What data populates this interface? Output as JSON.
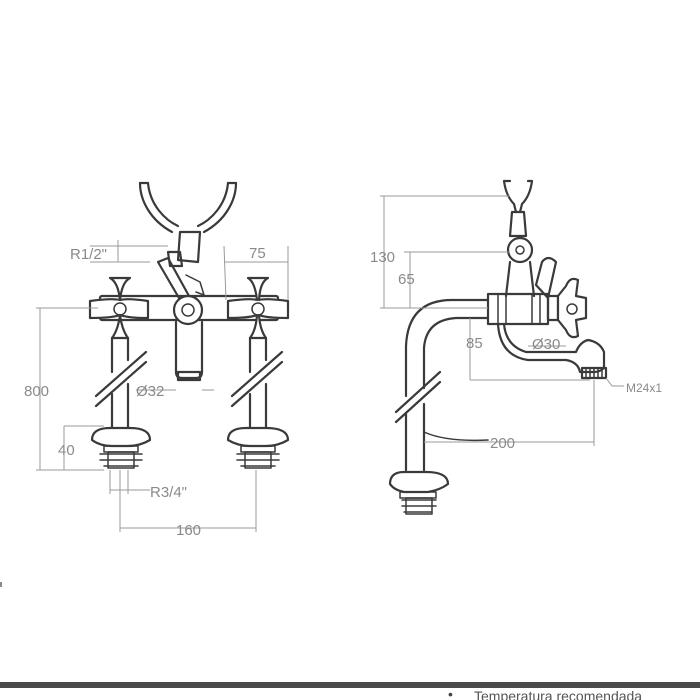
{
  "dimensions": {
    "front": {
      "r12": "R1/2\"",
      "d75": "75",
      "d800": "800",
      "d40": "40",
      "d32": "Ø32",
      "r34": "R3/4\"",
      "d160": "160"
    },
    "side": {
      "d130": "130",
      "d65": "65",
      "d85": "85",
      "d30": "Ø30",
      "m24": "M24x1",
      "d200": "200"
    }
  },
  "footer": {
    "bullet": "•",
    "text": "Temperatura recomendada"
  },
  "colors": {
    "line": "#3a3a3a",
    "dimension": "#9a9a9a",
    "footer_bar": "#4a4a4a"
  }
}
